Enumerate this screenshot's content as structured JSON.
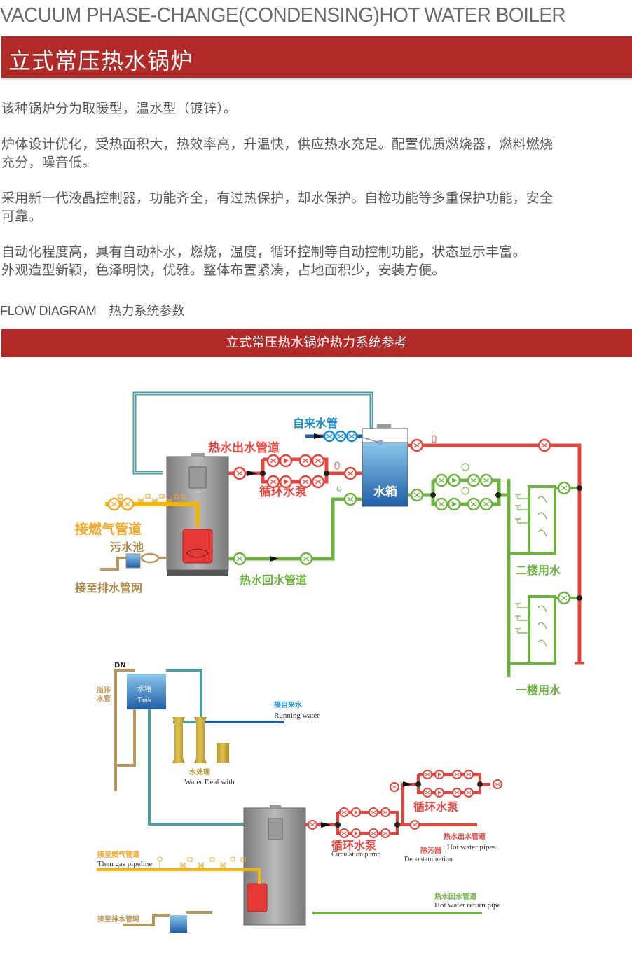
{
  "header": {
    "english_title": "VACUUM PHASE-CHANGE(CONDENSING)HOT WATER BOILER",
    "chinese_title": "立式常压热水锅炉"
  },
  "description": {
    "paragraphs": [
      [
        "该种锅炉分为取暖型，温水型（镀锌）。"
      ],
      [
        "炉体设计优化，受热面积大，热效率高，升温快，供应热水充足。配置优质燃烧器，燃料燃烧",
        "充分，噪音低。"
      ],
      [
        "采用新一代液晶控制器，功能齐全，有过热保护，却水保护。自检功能等多重保护功能，安全",
        "可靠。"
      ],
      [
        "自动化程度高，具有自动补水，燃烧，温度，循环控制等自动控制功能，状态显示丰富。",
        "外观造型新颖，色泽明快，优雅。整体布置紧凑，占地面积少，安装方便。"
      ]
    ]
  },
  "flow_section": {
    "label_en": "FLOW DIAGRAM",
    "label_cn": "热力系统参数",
    "banner": "立式常压热水锅炉热力系统参考"
  },
  "diagram1": {
    "labels": {
      "tap_water_pipe": "自来水管",
      "hot_water_outlet": "热水出水管道",
      "circulation_pump": "循环水泵",
      "water_tank": "水箱",
      "gas_pipeline": "接燃气管道",
      "sewage_pool": "污水池",
      "drain_network": "接至排水管网",
      "hot_water_return": "热水回水管道",
      "second_floor": "二楼用水",
      "first_floor": "一楼用水"
    }
  },
  "diagram2": {
    "labels": {
      "dn": "DN",
      "overflow_pipe_1": "溢排",
      "overflow_pipe_2": "水管",
      "tank_cn": "水箱",
      "tank_en": "Tank",
      "running_water_cn": "接自来水",
      "running_water_en": "Running water",
      "water_treatment_cn": "水处理",
      "water_treatment_en": "Water Deal with",
      "circ_pump_upper": "循环水泵",
      "circ_pump_lower": "循环水泵",
      "circ_pump_en": "Circulation pump",
      "decontamination_cn": "除污器",
      "decontamination_en": "Decontamination",
      "hot_out_cn": "热水出水管道",
      "hot_out_en": "Hot water pipes",
      "gas_cn": "接至燃气管道",
      "gas_en": "Then gas pipeline",
      "return_cn": "热水回水管道",
      "return_en": "Hot water return pipe",
      "drain_cn": "接至排水管网"
    }
  },
  "colors": {
    "brand_red": "#b12a27",
    "hot_pipe": "#e8443c",
    "return_pipe": "#6db33f",
    "tap_pipe": "#1a8fd0",
    "gas_pipe": "#f5a623",
    "drain_pipe": "#b8975a",
    "vent_pipe": "#4a9da0"
  }
}
